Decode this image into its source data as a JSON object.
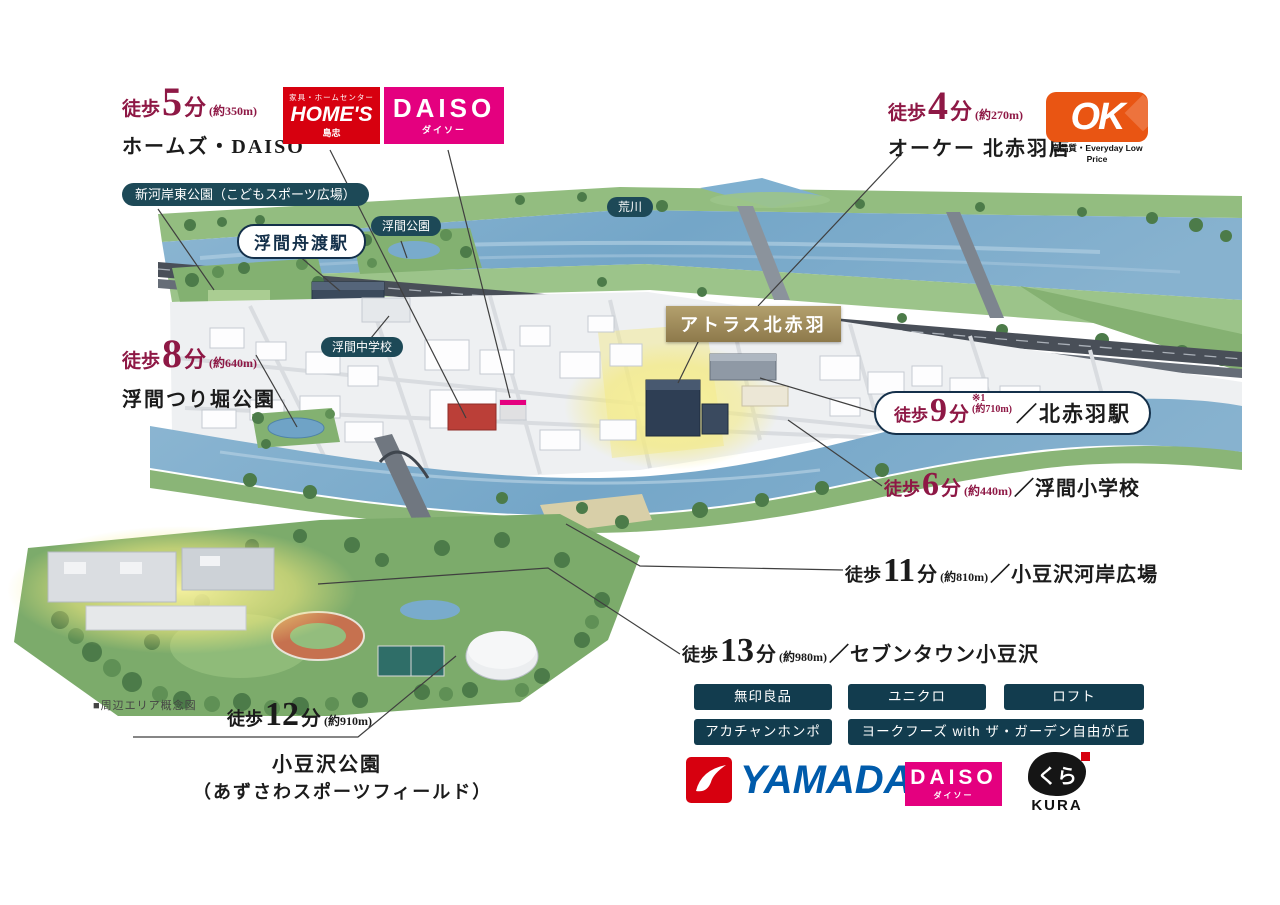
{
  "palette": {
    "crimson": "#8e1845",
    "navy": "#14304a",
    "pill_teal": "#1d4957",
    "tenant_navy": "#123c4e",
    "gold": "#9c8756",
    "homes_red": "#d7000f",
    "daiso_pink": "#e4007f",
    "ok_orange": "#e95513",
    "yamada_blue": "#005bab"
  },
  "caption": "■周辺エリア概念図",
  "walks": {
    "homes": {
      "prefix": "徒歩",
      "num": "5",
      "unit": "分",
      "dist": "(約350m)",
      "name": "ホームズ・DAISO"
    },
    "ok": {
      "prefix": "徒歩",
      "num": "4",
      "unit": "分",
      "dist": "(約270m)",
      "name": "オーケー 北赤羽店"
    },
    "tsuribori": {
      "prefix": "徒歩",
      "num": "8",
      "unit": "分",
      "dist": "(約640m)",
      "name": "浮間つり堀公園"
    },
    "station": {
      "prefix": "徒歩",
      "num": "9",
      "unit": "分",
      "note": "※1",
      "dist": "(約710m)",
      "name": "／北赤羽駅"
    },
    "elementary": {
      "prefix": "徒歩",
      "num": "6",
      "unit": "分",
      "dist": "(約440m)",
      "name": "／浮間小学校"
    },
    "riverside": {
      "prefix": "徒歩",
      "num": "11",
      "unit": "分",
      "dist": "(約810m)",
      "name": "／小豆沢河岸広場"
    },
    "seventown": {
      "prefix": "徒歩",
      "num": "13",
      "unit": "分",
      "dist": "(約980m)",
      "name": "／セブンタウン小豆沢"
    },
    "azusawa": {
      "prefix": "徒歩",
      "num": "12",
      "unit": "分",
      "dist": "(約910m)",
      "name": "小豆沢公園",
      "sub": "（あずさわスポーツフィールド）"
    }
  },
  "map_labels": {
    "shingashi_higashi_park": "新河岸東公園（こどもスポーツ広場）",
    "ukima_funado_station": "浮間舟渡駅",
    "ukima_park": "浮間公園",
    "arakawa": "荒川",
    "ukima_junior_high": "浮間中学校",
    "property": "アトラス北赤羽"
  },
  "tenants": [
    "無印良品",
    "ユニクロ",
    "ロフト",
    "アカチャンホンポ",
    "ヨークフーズ with ザ・ガーデン自由が丘"
  ],
  "logos": {
    "homes": {
      "tagline": "家具・ホームセンター",
      "name": "HOME'S",
      "sub": "島忠"
    },
    "daiso_top": {
      "name": "DAISO",
      "sub": "ダイソー"
    },
    "ok": {
      "name": "OK",
      "tagline": "高品質・Everyday Low Price"
    },
    "yamada": {
      "name": "YAMADA"
    },
    "daiso_bottom": {
      "name": "DAISO",
      "sub": "ダイソー"
    },
    "kura": {
      "name": "くら",
      "sub": "KURA"
    }
  }
}
